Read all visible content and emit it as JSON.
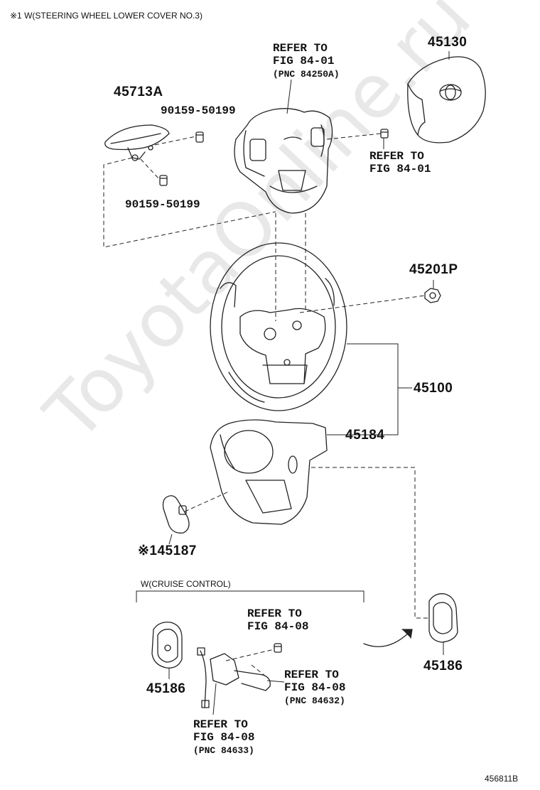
{
  "header_note": "※1 W(STEERING WHEEL LOWER COVER NO.3)",
  "watermark": "ToyotaOnline.ru",
  "labels": {
    "p45713A": "45713A",
    "bolt_top": "90159-50199",
    "bolt_bottom": "90159-50199",
    "ref_top_line1": "REFER TO",
    "ref_top_line2": "FIG 84-01",
    "ref_top_pnc": "(PNC 84250A)",
    "p45130": "45130",
    "ref_right_line1": "REFER TO",
    "ref_right_line2": "FIG 84-01",
    "p45201P": "45201P",
    "p45100": "45100",
    "p45184": "45184",
    "p45187": "※145187",
    "p45186_right": "45186",
    "p45186_left": "45186",
    "cruise_title": "W(CRUISE CONTROL)",
    "ref_cc1_line1": "REFER TO",
    "ref_cc1_line2": "FIG 84-08",
    "ref_cc2_line1": "REFER TO",
    "ref_cc2_line2": "FIG 84-08",
    "ref_cc2_pnc": "(PNC 84632)",
    "ref_cc3_line1": "REFER TO",
    "ref_cc3_line2": "FIG 84-08",
    "ref_cc3_pnc": "(PNC 84633)",
    "figure_code": "456811B"
  }
}
